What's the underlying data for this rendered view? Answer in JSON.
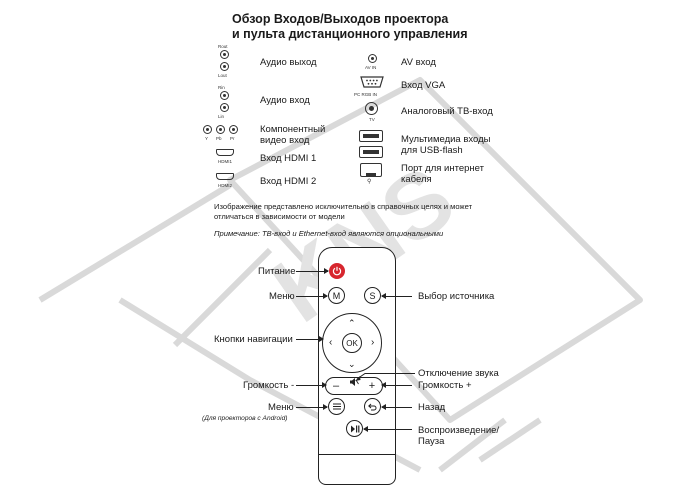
{
  "title": {
    "line1": "Обзор Входов/Выходов проектора",
    "line2": "и пульта дистанционного управления"
  },
  "ports_left": [
    {
      "label": "Аудио выход",
      "icon": "audio-out-icon",
      "tags": [
        "Rout",
        "Lout"
      ]
    },
    {
      "label": "Аудио вход",
      "icon": "audio-in-icon",
      "tags": [
        "Rin",
        "Lin"
      ]
    },
    {
      "label_line1": "Компонентный",
      "label_line2": "видео вход",
      "icon": "component-icon",
      "tags": [
        "Y",
        "Pb",
        "Pr"
      ]
    },
    {
      "label": "Вход HDMI 1",
      "icon": "hdmi-icon",
      "tags": [
        "HDMI1"
      ]
    },
    {
      "label": "Вход HDMI 2",
      "icon": "hdmi-icon",
      "tags": [
        "HDMI2"
      ]
    }
  ],
  "ports_right": [
    {
      "label": "AV вход",
      "icon": "av-icon",
      "tags": [
        "AV IN"
      ]
    },
    {
      "label": "Вход VGA",
      "icon": "vga-icon",
      "tags": [
        "PC RGB IN"
      ]
    },
    {
      "label": "Аналоговый ТВ-вход",
      "icon": "tv-icon",
      "tags": [
        "TV"
      ]
    },
    {
      "label_line1": "Мультимедиа входы",
      "label_line2": "для USB-flash",
      "icon": "usb-icon",
      "tags": []
    },
    {
      "label_line1": "Порт для интернет",
      "label_line2": "кабеля",
      "icon": "ethernet-icon",
      "tags": []
    }
  ],
  "notes": {
    "line1": "Изображение представлено исключительно в справочных целях и может",
    "line2": "отличаться в зависимости от модели",
    "line3": "Примечание: ТВ-вход и Ethernet-вход являются опциональными"
  },
  "remote": {
    "buttons": {
      "menu": "M",
      "source": "S",
      "ok": "OK",
      "vol_down": "–",
      "vol_up": "+"
    },
    "callouts": {
      "power": "Питание",
      "menu": "Меню",
      "nav": "Кнопки навигации",
      "vol_down": "Громкость -",
      "menu2": "Меню",
      "menu2_note": "(Для проекторов с Android)",
      "source": "Выбор источника",
      "mute": "Отключение звука",
      "vol_up": "Громкость +",
      "back": "Назад",
      "play_line1": "Воспроизведение/",
      "play_line2": "Пауза"
    }
  },
  "watermark": {
    "text": "KNS"
  },
  "colors": {
    "power_button": "#d7262e",
    "text": "#1a1a1a",
    "watermark": "#dcdcdc"
  }
}
